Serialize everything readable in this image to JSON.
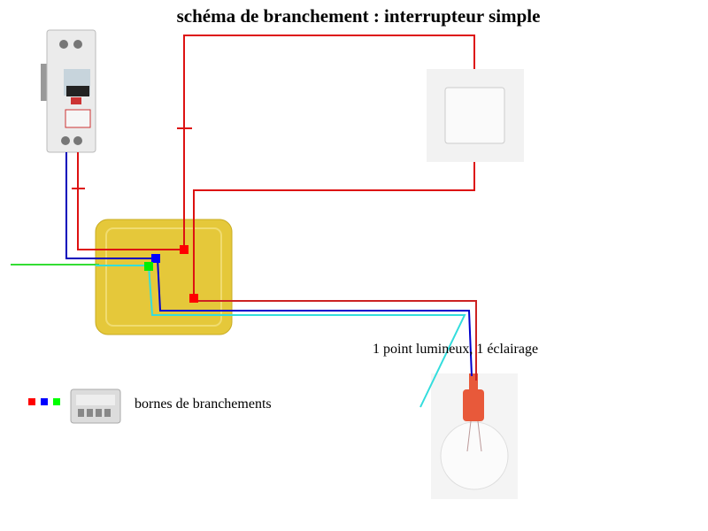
{
  "title": "schéma de branchement : interrupteur simple",
  "lamp_label": "1 point lumineux, 1 éclairage",
  "legend": {
    "label": "bornes de branchements",
    "terminal_colors": [
      "#ff0000",
      "#0000ff",
      "#00ff00"
    ]
  },
  "wire_colors": {
    "phase": "#dd1111",
    "neutral": "#0000bb",
    "earth": "#33dd33",
    "return": "#33dddd"
  }
}
